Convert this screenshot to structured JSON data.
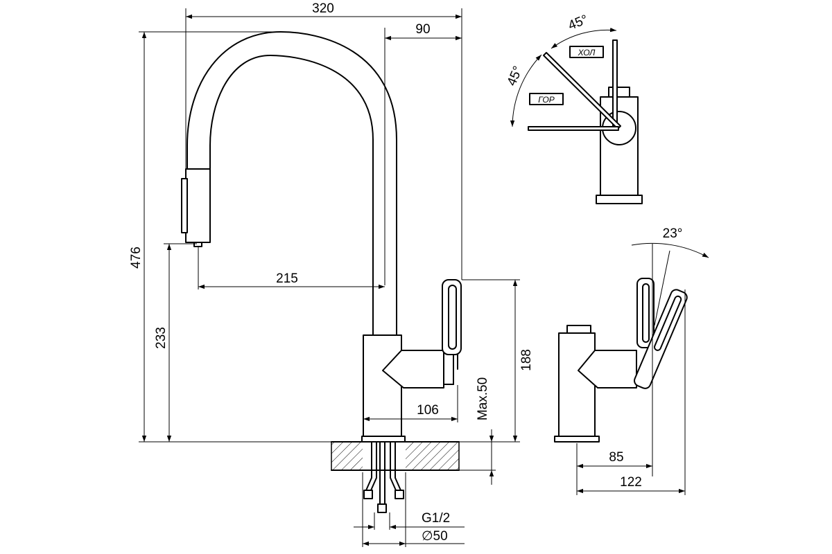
{
  "front_view": {
    "dim_width": "320",
    "dim_spout_offset": "90",
    "dim_total_height": "476",
    "dim_outlet_height": "233",
    "dim_reach": "215",
    "dim_handle_height": "188",
    "dim_body_depth": "106",
    "dim_max_counter": "Max.50",
    "dim_thread": "G1/2",
    "dim_diameter": "∅50"
  },
  "top_view": {
    "angle_top": "45°",
    "angle_left": "45°",
    "label_cold": "ХОЛ",
    "label_hot": "ГОР"
  },
  "side_view": {
    "angle_tilt": "23°",
    "dim_handle_offset": "85",
    "dim_body_length": "122"
  },
  "colors": {
    "line": "#000000",
    "background": "#ffffff"
  }
}
